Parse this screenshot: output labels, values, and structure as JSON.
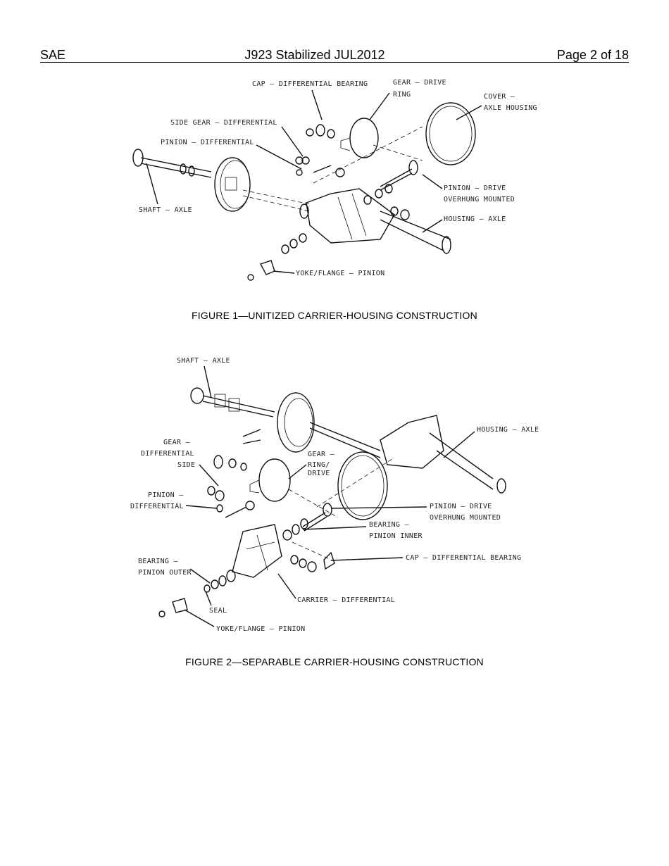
{
  "header": {
    "left": "SAE",
    "center": "J923 Stabilized JUL2012",
    "right": "Page 2 of 18"
  },
  "figure1": {
    "caption": "FIGURE 1—UNITIZED CARRIER-HOUSING CONSTRUCTION",
    "labels": {
      "cap_diff_bearing": "CAP – DIFFERENTIAL BEARING",
      "gear_drive_1": "GEAR – DRIVE",
      "gear_drive_2": "RING",
      "cover_1": "COVER –",
      "cover_2": "AXLE HOUSING",
      "side_gear": "SIDE GEAR – DIFFERENTIAL",
      "pinion_diff": "PINION – DIFFERENTIAL",
      "shaft_axle": "SHAFT – AXLE",
      "pinion_drive_1": "PINION – DRIVE",
      "pinion_drive_2": "OVERHUNG MOUNTED",
      "housing_axle": "HOUSING – AXLE",
      "yoke_flange": "YOKE/FLANGE – PINION"
    }
  },
  "figure2": {
    "caption": "FIGURE 2—SEPARABLE CARRIER-HOUSING CONSTRUCTION",
    "labels": {
      "shaft_axle": "SHAFT – AXLE",
      "housing_axle": "HOUSING – AXLE",
      "gear_side_1": "GEAR –",
      "gear_side_2": "DIFFERENTIAL",
      "gear_side_3": "SIDE",
      "gear_ring_1": "GEAR –",
      "gear_ring_2": "RING/",
      "gear_ring_3": "DRIVE",
      "pinion_diff_1": "PINION –",
      "pinion_diff_2": "DIFFERENTIAL",
      "pinion_drive_1": "PINION – DRIVE",
      "pinion_drive_2": "OVERHUNG MOUNTED",
      "bearing_inner_1": "BEARING –",
      "bearing_inner_2": "PINION INNER",
      "cap_diff_bearing": "CAP – DIFFERENTIAL BEARING",
      "bearing_outer_1": "BEARING –",
      "bearing_outer_2": "PINION OUTER",
      "carrier_diff": "CARRIER – DIFFERENTIAL",
      "seal": "SEAL",
      "yoke_flange": "YOKE/FLANGE – PINION"
    }
  }
}
